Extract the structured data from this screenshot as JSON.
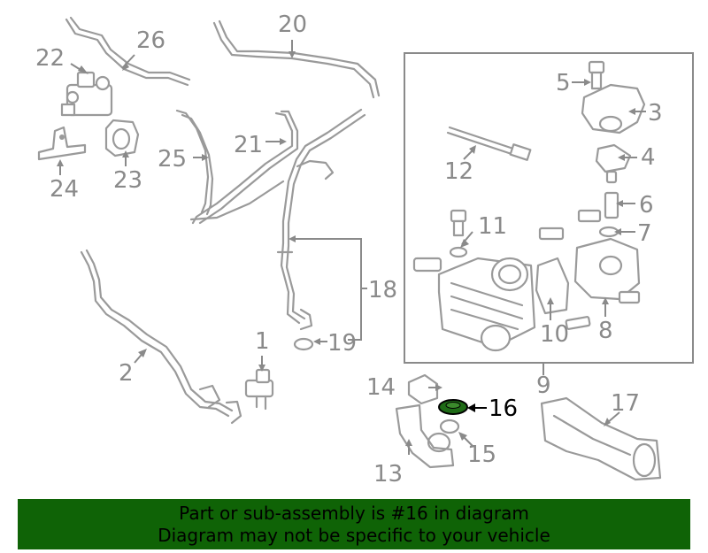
{
  "diagram": {
    "labels": {
      "p1": "1",
      "p2": "2",
      "p3": "3",
      "p4": "4",
      "p5": "5",
      "p6": "6",
      "p7": "7",
      "p8": "8",
      "p9": "9",
      "p10": "10",
      "p11": "11",
      "p12": "12",
      "p13": "13",
      "p14": "14",
      "p15": "15",
      "p16": "16",
      "p17": "17",
      "p18": "18",
      "p19": "19",
      "p20": "20",
      "p21": "21",
      "p22": "22",
      "p23": "23",
      "p24": "24",
      "p25": "25",
      "p26": "26"
    },
    "highlight_color": "#1e6b16",
    "line_color": "#9a9a9a"
  },
  "banner": {
    "line1": "Part or sub-assembly is #16 in diagram",
    "line2": "Diagram may not be specific to your vehicle",
    "background": "#0f6306"
  }
}
